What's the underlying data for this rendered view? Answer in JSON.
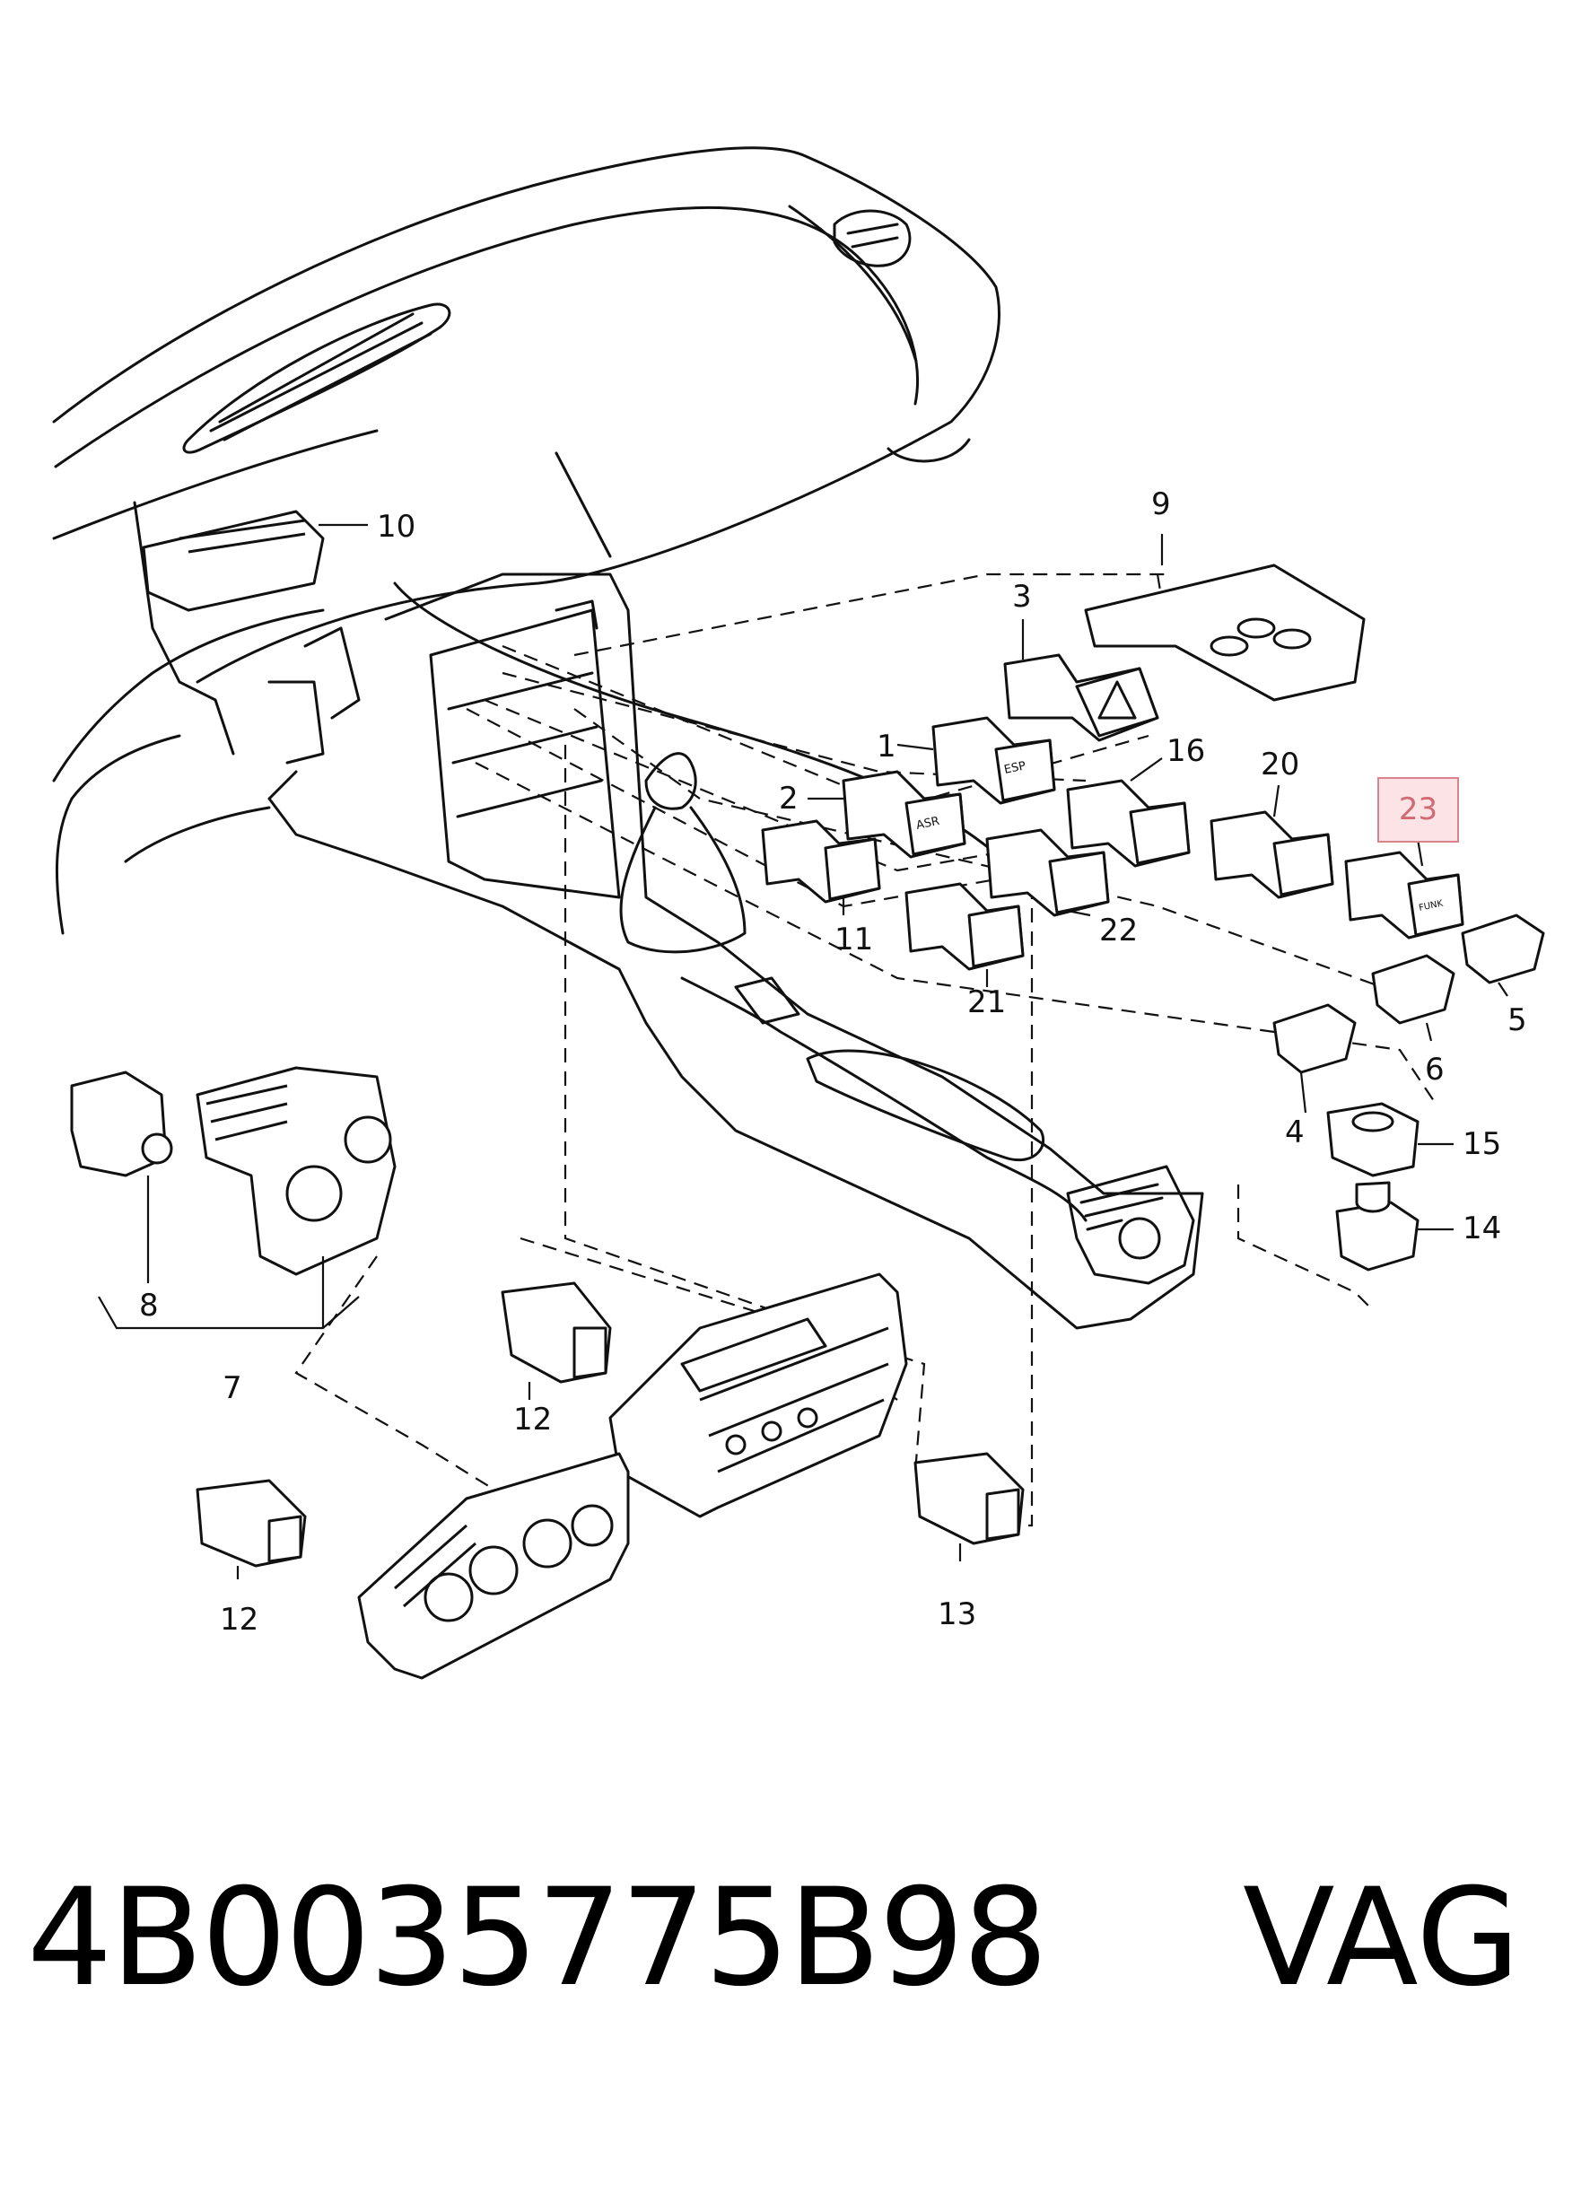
{
  "callouts": {
    "c1": "1",
    "c2": "2",
    "c3": "3",
    "c4": "4",
    "c5": "5",
    "c6": "6",
    "c7": "7",
    "c8": "8",
    "c9": "9",
    "c10": "10",
    "c11": "11",
    "c12a": "12",
    "c12b": "12",
    "c13": "13",
    "c14": "14",
    "c15": "15",
    "c16": "16",
    "c20": "20",
    "c21": "21",
    "c22": "22",
    "c23": "23"
  },
  "switch_labels": {
    "esp": "ESP",
    "asr": "ASR",
    "funk": "FUNK"
  },
  "footer": {
    "part_number": "4B0035775B98",
    "brand": "VAG"
  },
  "colors": {
    "line": "#111111",
    "highlight_border": "#d9848c",
    "highlight_fill": "#fbe3e6",
    "highlight_text": "#d26a73"
  }
}
